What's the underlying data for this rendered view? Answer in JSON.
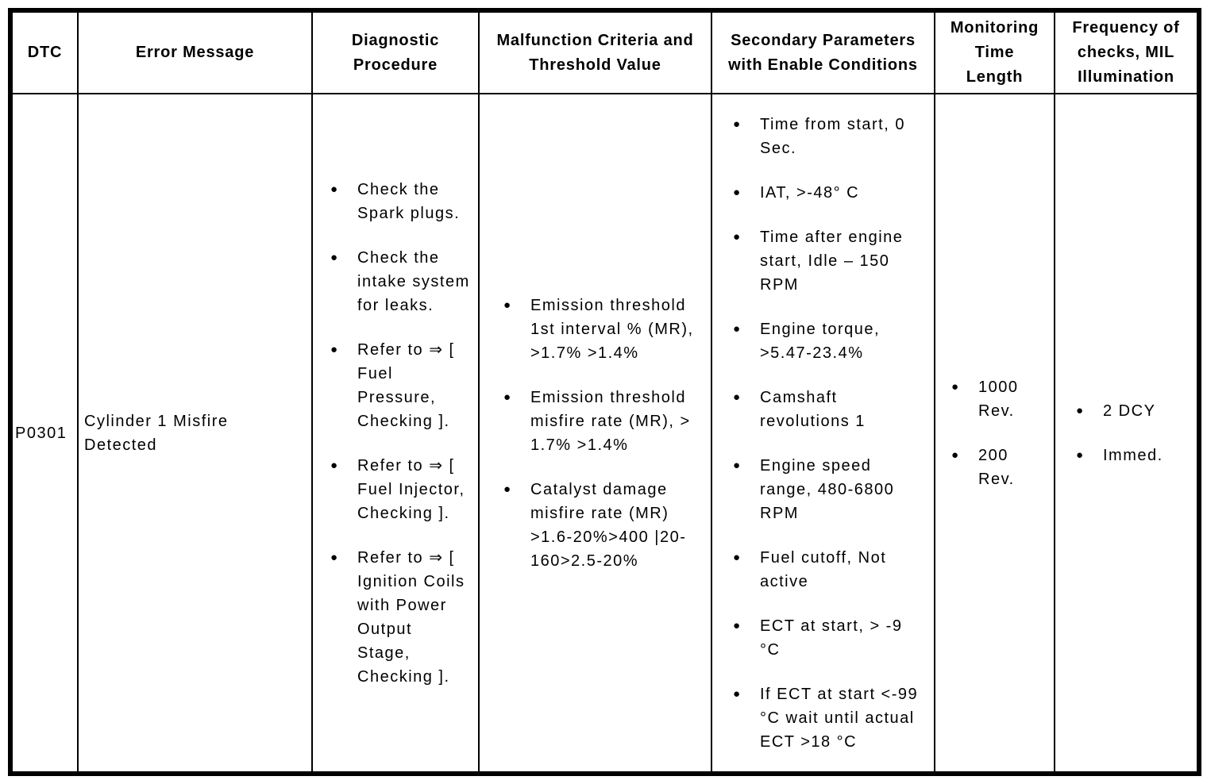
{
  "colors": {
    "background": "#ffffff",
    "text": "#000000",
    "border": "#000000"
  },
  "icons": {
    "bullet": "●"
  },
  "table": {
    "headers": [
      "DTC",
      "Error Message",
      "Diagnostic Procedure",
      "Malfunction Criteria and Threshold Value",
      "Secondary Parameters with Enable Conditions",
      "Monitoring Time Length",
      "Frequency of checks, MIL Illumination"
    ],
    "row": {
      "dtc": "P0301",
      "error_message": "Cylinder 1 Misfire Detected",
      "diagnostic_procedure": [
        "Check the Spark plugs.",
        "Check the intake system for leaks.",
        "Refer to ⇒ [ Fuel Pressure, Checking ].",
        "Refer to ⇒ [ Fuel Injector, Checking ].",
        "Refer to ⇒ [ Ignition Coils with Power Output Stage, Checking ]."
      ],
      "malfunction_criteria": [
        "Emission threshold 1st interval % (MR), >1.7% >1.4%",
        "Emission threshold misfire rate (MR), > 1.7% >1.4%",
        "Catalyst damage misfire rate (MR) >1.6-20%>400 |20-160>2.5-20%"
      ],
      "secondary_parameters": [
        "Time from start, 0 Sec.",
        "IAT, >-48° C",
        "Time after engine start, Idle – 150 RPM",
        "Engine torque, >5.47-23.4%",
        "Camshaft revolutions 1",
        "Engine speed range, 480-6800 RPM",
        "Fuel cutoff, Not active",
        "ECT at start, > -9 °C",
        "If ECT at start <-99 °C wait until actual ECT >18 °C"
      ],
      "monitoring_time_length": [
        "1000 Rev.",
        "200 Rev."
      ],
      "frequency_of_checks": [
        "2 DCY",
        "Immed."
      ]
    }
  }
}
